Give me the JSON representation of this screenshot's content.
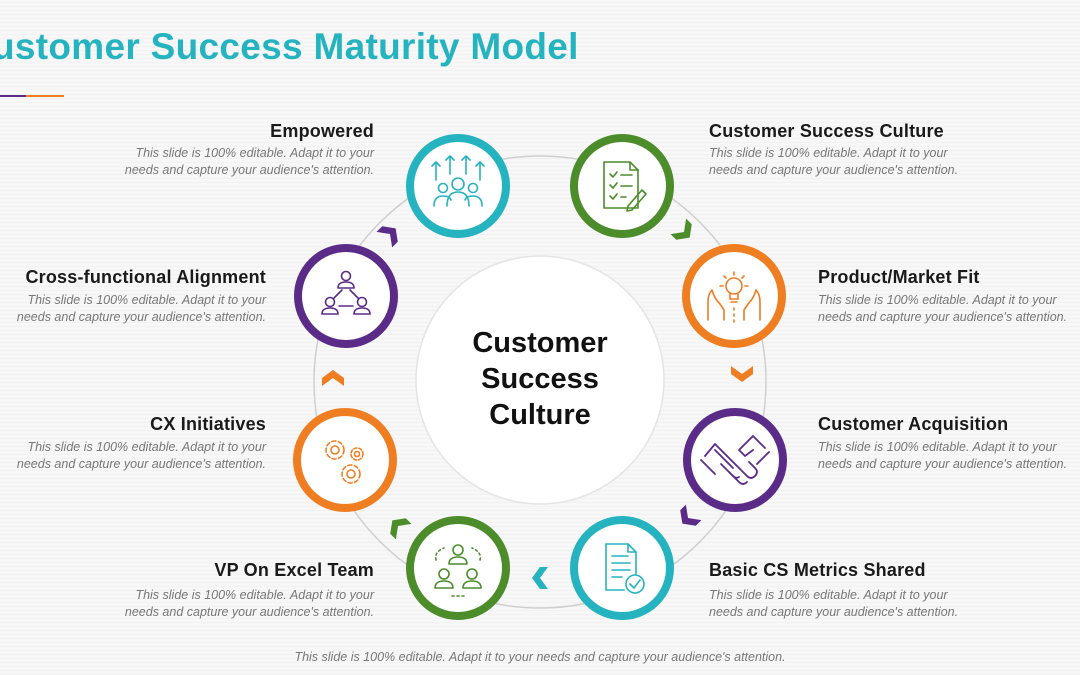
{
  "page": {
    "title": "ustomer Success Maturity Model",
    "footer": "This slide is 100% editable. Adapt it to your needs and capture your audience's attention."
  },
  "center": {
    "line1": "Customer",
    "line2": "Success",
    "line3": "Culture"
  },
  "steps": [
    {
      "heading": "Empowered",
      "desc": "This slide is 100% editable. Adapt it to your needs and capture your audience's attention.",
      "color": "#25b3bf",
      "icon": "growth-arrows-people-icon"
    },
    {
      "heading": "Customer Success Culture",
      "desc": "This slide is 100% editable. Adapt it to your needs and capture your audience's attention.",
      "color": "#4c8c2b",
      "icon": "checklist-document-icon"
    },
    {
      "heading": "Product/Market Fit",
      "desc": "This slide is 100% editable. Adapt it to your needs and capture your audience's attention.",
      "color": "#ef7d22",
      "icon": "lightbulb-hands-icon"
    },
    {
      "heading": "Customer Acquisition",
      "desc": "This slide is 100% editable. Adapt it to your needs and capture your audience's attention.",
      "color": "#5b2c87",
      "icon": "handshake-icon"
    },
    {
      "heading": "Basic CS Metrics Shared",
      "desc": "This slide is 100% editable. Adapt it to your needs and capture your audience's attention.",
      "color": "#25b3bf",
      "icon": "report-check-icon"
    },
    {
      "heading": "VP On Excel Team",
      "desc": "This slide is 100% editable. Adapt it to your needs and capture your audience's attention.",
      "color": "#4c8c2b",
      "icon": "team-icon"
    },
    {
      "heading": "CX Initiatives",
      "desc": "This slide is 100% editable. Adapt it to your needs and capture your audience's attention.",
      "color": "#ef7d22",
      "icon": "gears-icon"
    },
    {
      "heading": "Cross-functional Alignment",
      "desc": "This slide is 100% editable. Adapt it to your needs and capture your audience's attention.",
      "color": "#5b2c87",
      "icon": "org-chart-icon"
    }
  ]
}
